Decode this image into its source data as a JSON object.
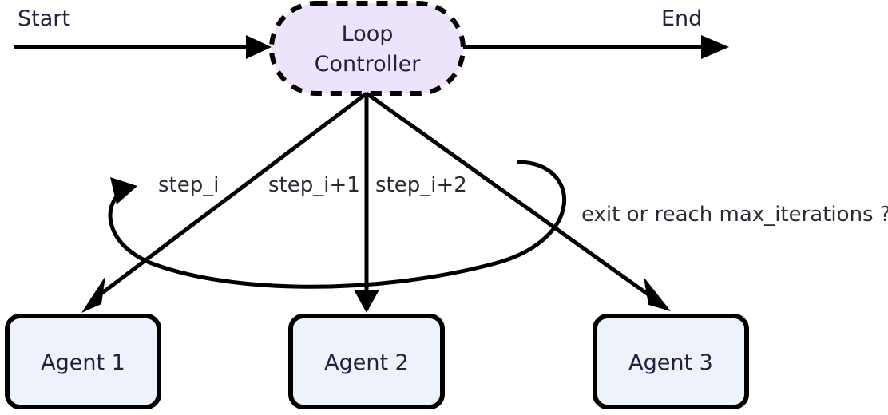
{
  "diagram": {
    "type": "flowchart",
    "title": "Loop Controller multi-agent flow",
    "endpoints": {
      "start_label": "Start",
      "end_label": "End"
    },
    "controller": {
      "line1": "Loop",
      "line2": "Controller",
      "shape": "stadium-dashed",
      "fill": "#EDE3FA",
      "stroke": "#000000"
    },
    "edge_labels": {
      "step_1": "step_i",
      "step_2": "step_i+1",
      "step_3": "step_i+2",
      "feedback": "exit or reach max_iterations ?"
    },
    "agents": [
      {
        "label": "Agent 1"
      },
      {
        "label": "Agent 2"
      },
      {
        "label": "Agent 3"
      }
    ],
    "colors": {
      "agent_fill": "#EDF2FB",
      "agent_stroke": "#000000",
      "controller_fill": "#EDE3FA",
      "line": "#000000",
      "text": "#22223b"
    }
  }
}
